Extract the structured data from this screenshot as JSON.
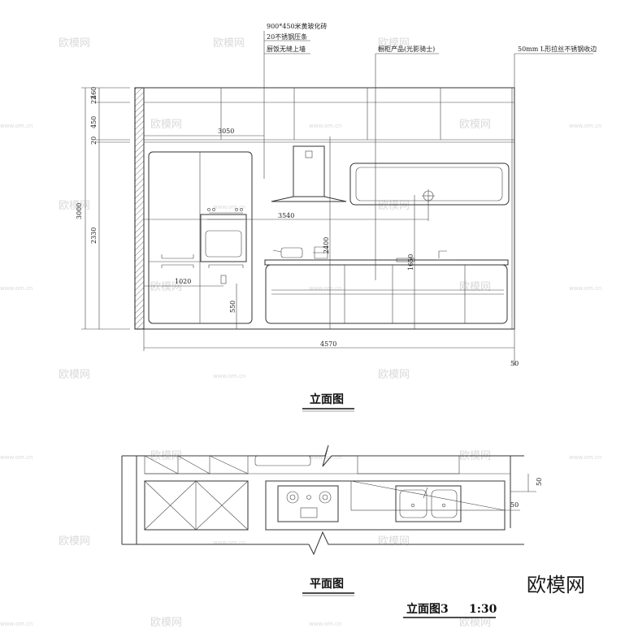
{
  "watermark": {
    "brand": "欧模网",
    "domain": "www.om.cn"
  },
  "annotations": {
    "tile_spec": "900*450米黄玻化砖",
    "trim_strip": "20不锈钢压条",
    "seamless_wall": "厨饭无缝上墙",
    "cabinet_product": "橱柜产品(光影骑士)",
    "edge_trim": "50mm L形拉丝不锈钢收边"
  },
  "dimensions": {
    "d_22": "22",
    "d_460": "460",
    "d_450": "450",
    "d_20": "20",
    "d_3000": "3000",
    "d_2330": "2330",
    "d_3050": "3050",
    "d_3540": "3540",
    "d_1020": "1020",
    "d_550": "550",
    "d_1650": "1650",
    "d_2400": "2400",
    "d_4570": "4570",
    "d_50_bottom": "50",
    "d_50_plan_a": "50",
    "d_50_plan_b": "50"
  },
  "titles": {
    "elevation": "立面图",
    "plan": "平面图",
    "sheet": "立面图3",
    "scale": "1:30"
  }
}
